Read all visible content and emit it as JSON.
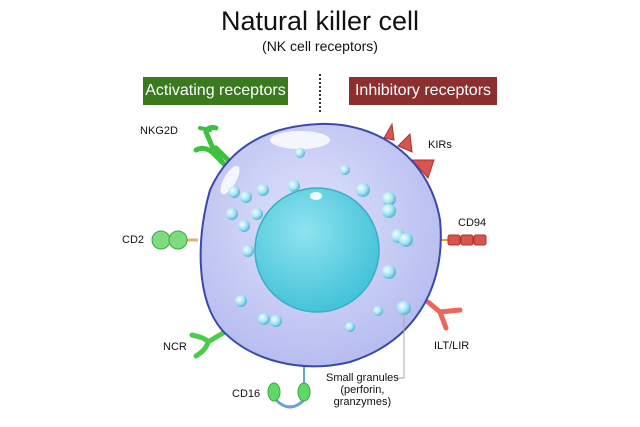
{
  "title": "Natural killer cell",
  "subtitle": "(NK cell receptors)",
  "groups": {
    "activating": {
      "label": "Activating receptors",
      "color": "#3a7a1e"
    },
    "inhibitory": {
      "label": "Inhibitory receptors",
      "color": "#8b2f2f"
    }
  },
  "labels": {
    "nkg2d": "NKG2D",
    "cd2": "CD2",
    "ncr": "NCR",
    "cd16": "CD16",
    "kirs": "KIRs",
    "cd94": "CD94",
    "iltlir": "ILT/LIR",
    "granules_line1": "Small granules",
    "granules_line2": "(perforin,",
    "granules_line3": "granzymes)"
  }
}
